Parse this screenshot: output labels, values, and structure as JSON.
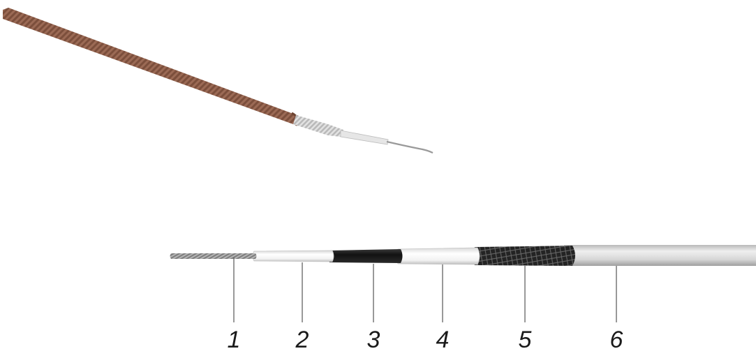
{
  "photo": {
    "subject": "coaxial-cable-stripped-end"
  },
  "diagram": {
    "subject": "coaxial-cable-layers",
    "callouts": [
      {
        "id": "1",
        "label": "1"
      },
      {
        "id": "2",
        "label": "2"
      },
      {
        "id": "3",
        "label": "3"
      },
      {
        "id": "4",
        "label": "4"
      },
      {
        "id": "5",
        "label": "5"
      },
      {
        "id": "6",
        "label": "6"
      }
    ]
  },
  "colors": {
    "background": "#ffffff",
    "jacket_brown": "#8a5a45",
    "braid_silver": "#c9c9c9",
    "core_wire": "#8f8f8f",
    "dielectric_white": "#ffffff",
    "black_layer": "#1c1c1c",
    "outer_jacket_grey": "#d4d4d4",
    "leader_line": "#555555"
  }
}
